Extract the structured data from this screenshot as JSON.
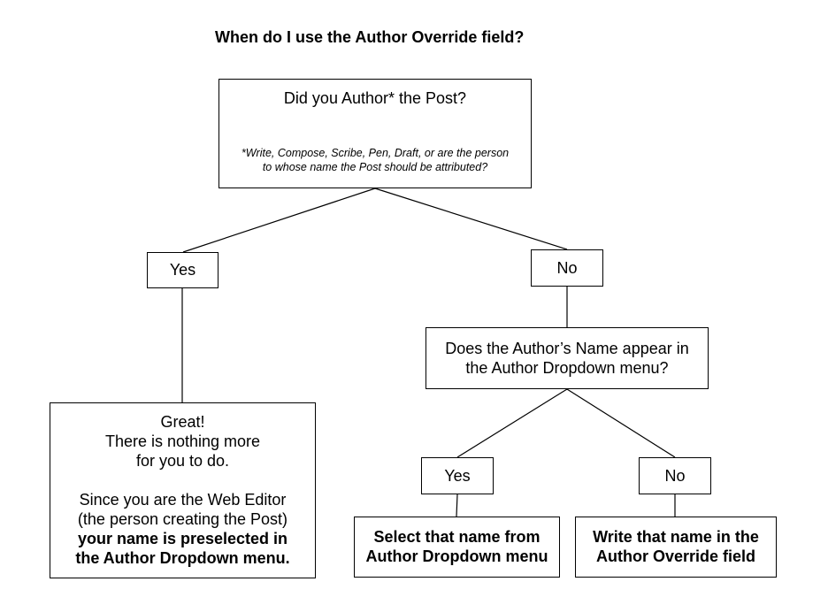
{
  "title": "When do I use the Author Override field?",
  "root": {
    "question": "Did you Author* the Post?",
    "footnote_line1": "*Write, Compose, Scribe, Pen, Draft, or are the person",
    "footnote_line2": "to whose name the Post should be attributed?"
  },
  "branch_yes": {
    "label": "Yes",
    "result": {
      "line1": "Great!",
      "line2": "There is nothing more",
      "line3": "for you to do.",
      "line4": "Since you are the Web Editor",
      "line5": "(the person creating the Post)",
      "bold_line1": "your name is preselected in",
      "bold_line2": "the Author Dropdown menu."
    }
  },
  "branch_no": {
    "label": "No",
    "question": {
      "line1": "Does the Author’s Name appear in",
      "line2": "the Author Dropdown menu?"
    },
    "sub_yes": {
      "label": "Yes",
      "result_line1": "Select that name from",
      "result_line2": "Author Dropdown menu"
    },
    "sub_no": {
      "label": "No",
      "result_line1": "Write that name in the",
      "result_line2": "Author Override field"
    }
  }
}
